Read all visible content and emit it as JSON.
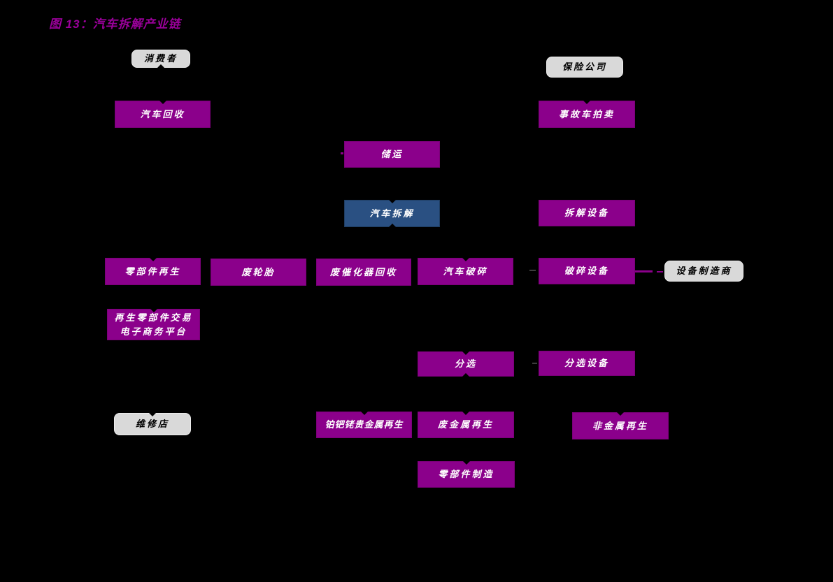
{
  "figure": {
    "title": "图 13：汽车拆解产业链"
  },
  "colors": {
    "background": "#000000",
    "node_purple": "#8B008B",
    "node_blue": "#2A5082",
    "node_gray": "#D9D9D9",
    "node_text_light": "#FFFFFF",
    "node_text_dark": "#000000",
    "title_text": "#990099",
    "connector_purple": "#8B008B"
  },
  "nodes": {
    "consumer": "消费者",
    "insurance_company": "保险公司",
    "auto_recycling": "汽车回收",
    "accident_car_auction": "事故车拍卖",
    "storage_transport": "储运",
    "auto_dismantling": "汽车拆解",
    "dismantling_equipment": "拆解设备",
    "parts_regeneration": "零部件再生",
    "waste_tires": "废轮胎",
    "waste_catalyst_recycling": "废催化器回收",
    "auto_crushing": "汽车破碎",
    "crushing_equipment": "破碎设备",
    "equipment_manufacturer": "设备制造商",
    "regenerated_parts_ecommerce_platform": "再生零部件交易电子商务平台",
    "sorting": "分选",
    "sorting_equipment": "分选设备",
    "repair_shop": "维修店",
    "precious_metal_regeneration": "铂钯铑贵金属再生",
    "waste_metal_regeneration": "废金属再生",
    "non_metal_regeneration": "非金属再生",
    "parts_manufacturing": "零部件制造"
  },
  "connectors": [
    {
      "from": "crushing_equipment",
      "to": "equipment_manufacturer",
      "style": "dashed",
      "color": "#8B008B"
    }
  ]
}
